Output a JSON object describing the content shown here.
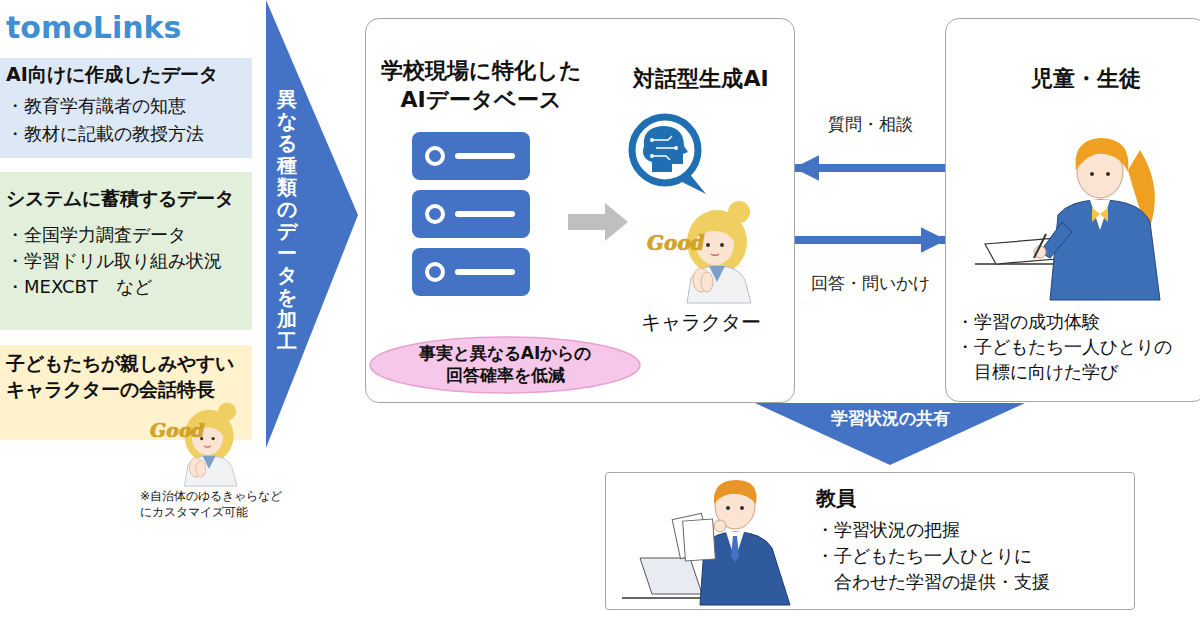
{
  "diagram": {
    "nodes": [
      {
        "text": [
          "AI向けに作成したデータ",
          "・教育学有識者の知恵 ・教材に記載の教授方法"
        ]
      },
      {
        "text": [
          "システムに蓄積するデータ",
          "・全国学力調査データ ・学習ドリル取り組み状況 ・MEXCBT　など"
        ]
      },
      {
        "text": [
          "子どもたちが親しみやすいキャラクターの会話特長"
        ]
      },
      {
        "text": [
          "異なる種類のデータを加工"
        ]
      },
      {
        "text": [
          "学校現場に特化した AIデータベース",
          "対話型生成AI",
          "キャラクター"
        ]
      },
      {
        "text": [
          "事実と異なるAIからの 回答確率を低減"
        ],
        "in": 4
      },
      {
        "text": [
          "児童・生徒",
          "・学習の成功体験 ・子どもたち一人ひとりの 目標に向けた学び"
        ]
      },
      {
        "text": [
          "学習状況の共有"
        ]
      },
      {
        "text": [
          "教員",
          "・学習状況の把握 ・子どもたち一人ひとりに 合わせた学習の提供・支援"
        ]
      }
    ],
    "edges": [
      {
        "from": 6,
        "to": 4,
        "arrow": "to",
        "label": "質問・相談"
      },
      {
        "from": 4,
        "to": 6,
        "arrow": "to",
        "label": "回答・問いかけ"
      }
    ],
    "labels": [
      "tomoLinks",
      "Good",
      "Good",
      "※自治体のゆるきゃらなどにカスタマイズ可能"
    ]
  }
}
